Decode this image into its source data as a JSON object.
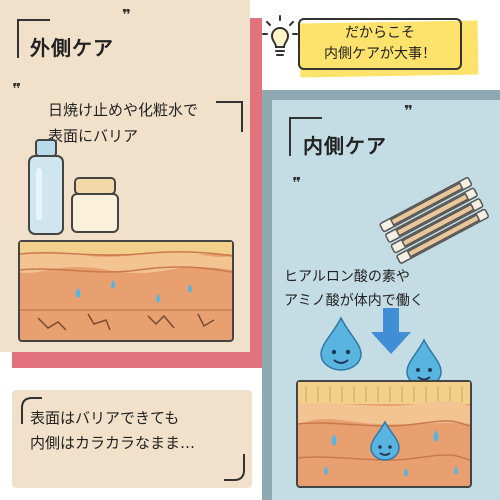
{
  "outer_care": {
    "title": "外側ケア",
    "lines": [
      "日焼け止めや化粧水で",
      "表面にバリア"
    ]
  },
  "banner": {
    "lines": [
      "だからこそ",
      "内側ケアが大事！"
    ]
  },
  "inner_care": {
    "title": "内側ケア",
    "lines": [
      "ヒアルロン酸の素や",
      "アミノ酸が体内で働く"
    ]
  },
  "note": {
    "lines": [
      "表面はバリアできても",
      "内側はカラカラなまま…"
    ]
  },
  "quote_open": "❞",
  "quote_close": "❞",
  "colors": {
    "left_bg": "#f2e1ca",
    "left_shadow": "#e2727c",
    "right_bg": "#c4dde4",
    "right_shadow": "#8fa9b3",
    "banner_highlight": "#fde26b",
    "drop_blue": "#5ab4e0",
    "arrow_blue": "#3f8ed6"
  },
  "icons": [
    "bulb-icon",
    "bottle-icon",
    "jar-icon",
    "supplement-sticks-icon",
    "smiling-drop-icon",
    "arrow-down-icon",
    "water-drop-icon"
  ]
}
